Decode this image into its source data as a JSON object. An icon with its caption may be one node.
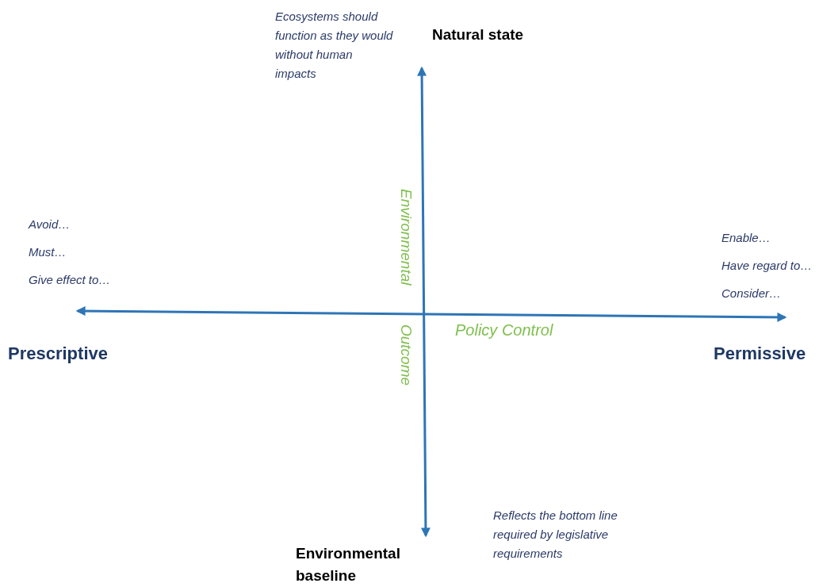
{
  "diagram": {
    "labels": [
      "Ecosystems should function as they would without human impacts",
      "Natural state",
      "Environmental",
      "Avoid…",
      "Must…",
      "Give effect to…",
      "Enable…",
      "Have regard to…",
      "Consider…",
      "Outcome",
      "Policy Control",
      "Prescriptive",
      "Permissive",
      "Reflects the bottom line required by legislative requirements",
      "Environmental baseline"
    ]
  }
}
